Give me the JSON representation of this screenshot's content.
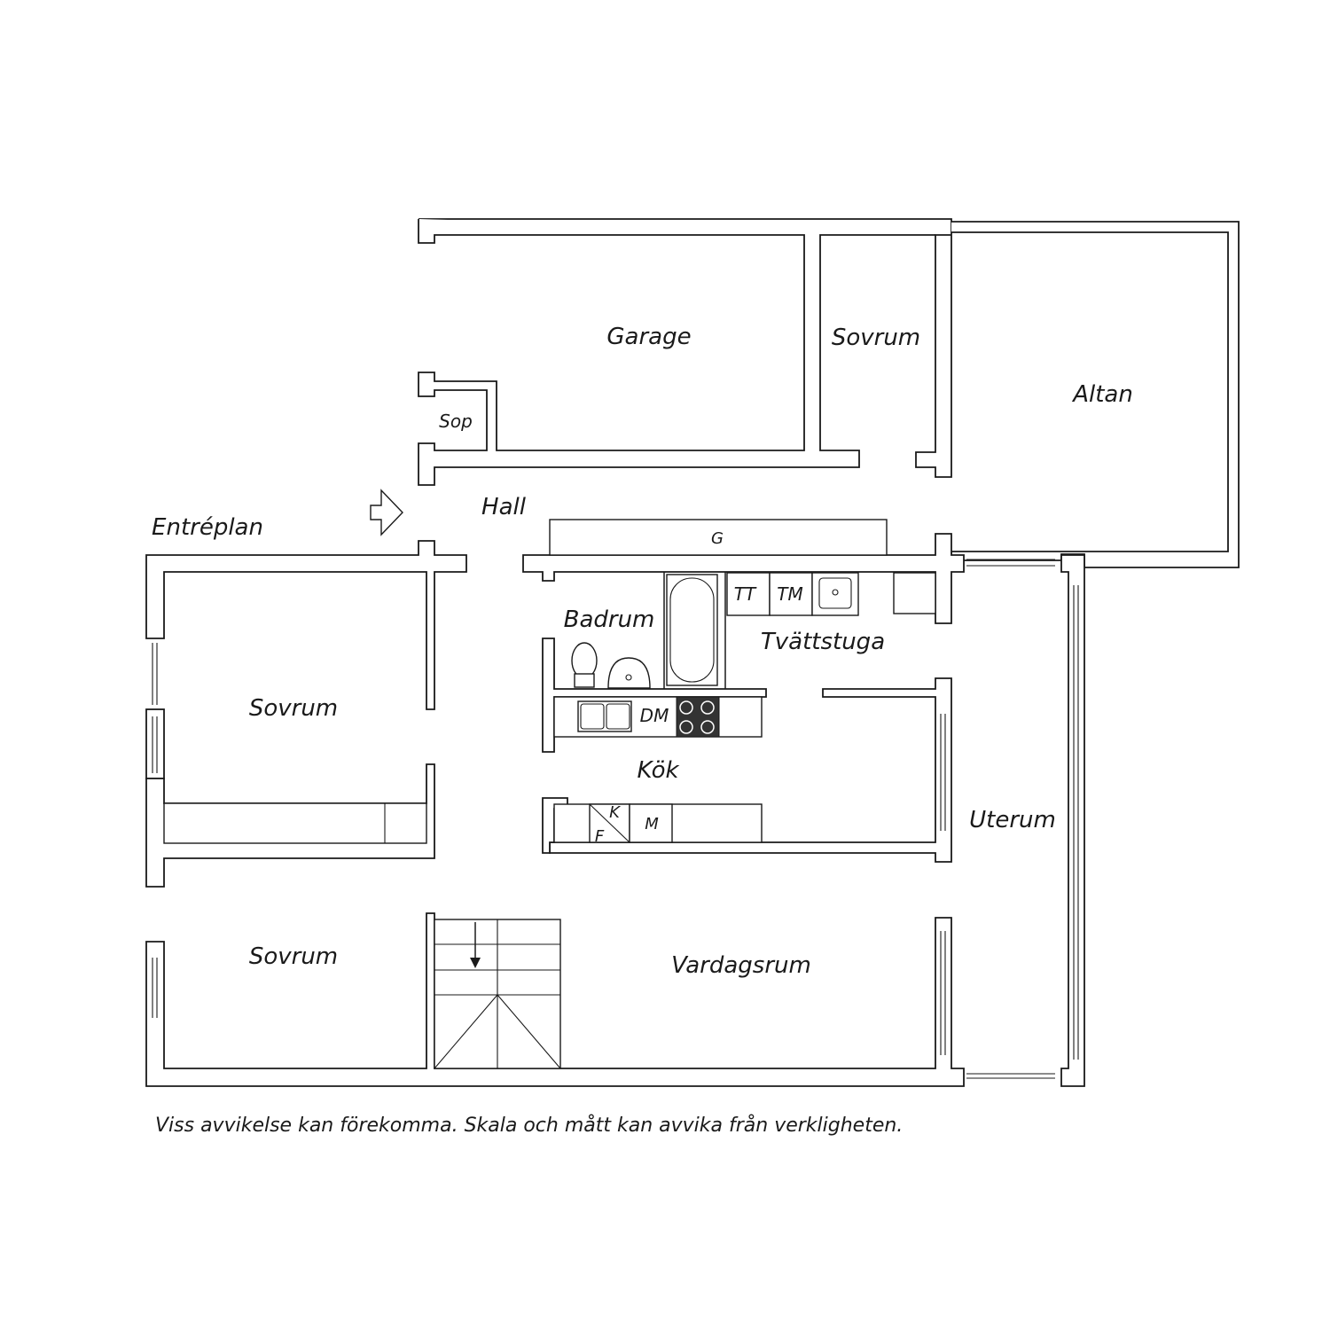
{
  "floor_label": "Entréplan",
  "rooms": {
    "garage": "Garage",
    "sovrum_top": "Sovrum",
    "altan": "Altan",
    "sop": "Sop",
    "hall": "Hall",
    "badrum": "Badrum",
    "tvattstuga": "Tvättstuga",
    "sovrum_left": "Sovrum",
    "kok": "Kök",
    "uterum": "Uterum",
    "sovrum_bottom": "Sovrum",
    "vardagsrum": "Vardagsrum"
  },
  "fixtures": {
    "g": "G",
    "tt": "TT",
    "tm": "TM",
    "dm": "DM",
    "k": "K",
    "m": "M",
    "f": "F"
  },
  "disclaimer": "Viss avvikelse kan förekomma. Skala och mått kan avvika från verkligheten."
}
